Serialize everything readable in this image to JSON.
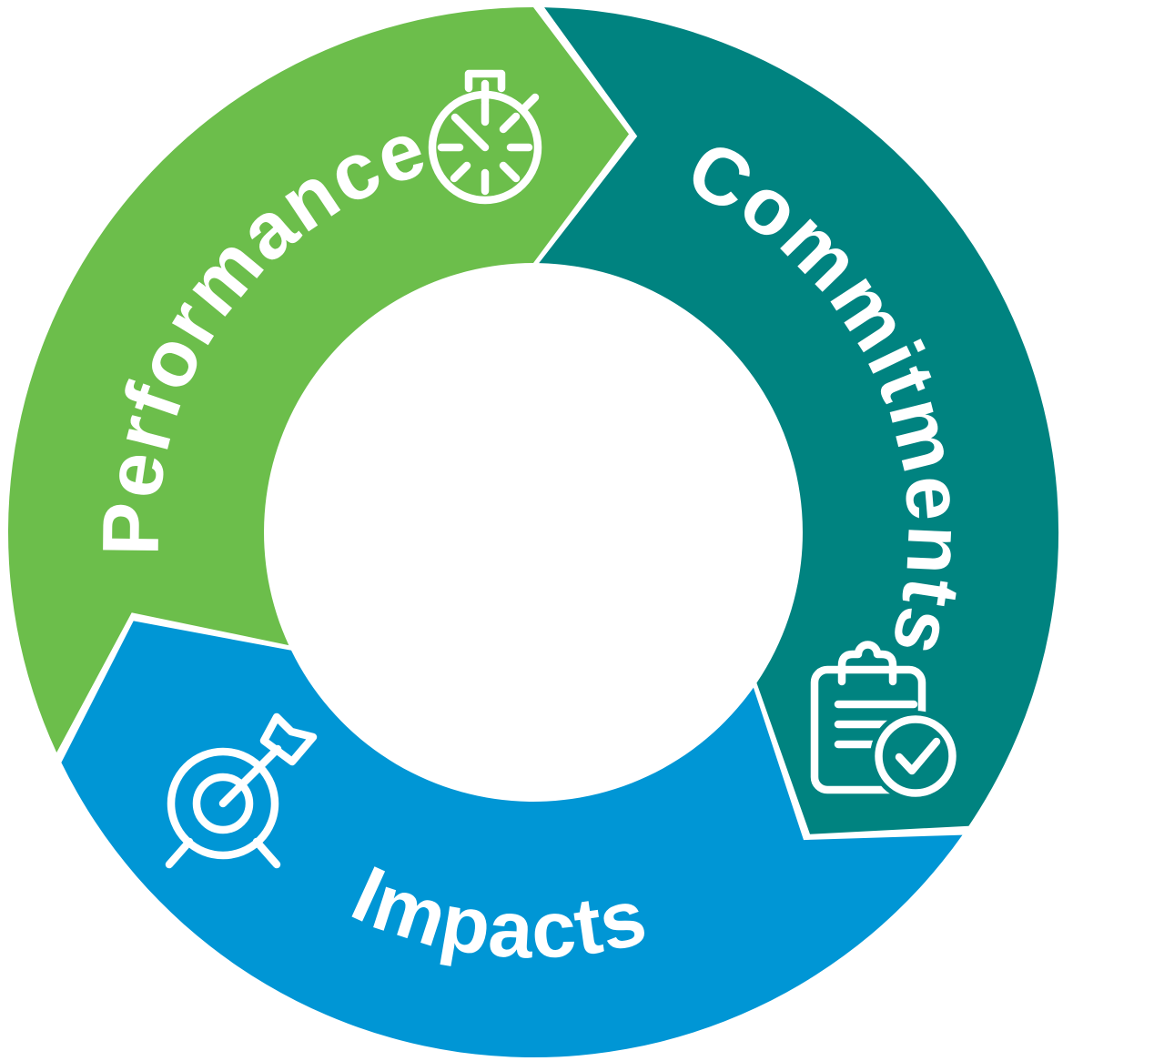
{
  "diagram": {
    "type": "cycle",
    "background_color": "#ffffff",
    "label_color": "#ffffff",
    "segments": [
      {
        "id": "performance",
        "label": "Performance",
        "color": "#6CBE4B",
        "icon": "stopwatch-icon",
        "position": "top-left"
      },
      {
        "id": "commitments",
        "label": "Commitments",
        "color": "#008380",
        "icon": "clipboard-check-icon",
        "position": "right"
      },
      {
        "id": "impacts",
        "label": "Impacts",
        "color": "#0096D5",
        "icon": "target-arrow-icon",
        "position": "bottom"
      }
    ],
    "flow": [
      "Performance",
      "Commitments",
      "Impacts"
    ]
  }
}
